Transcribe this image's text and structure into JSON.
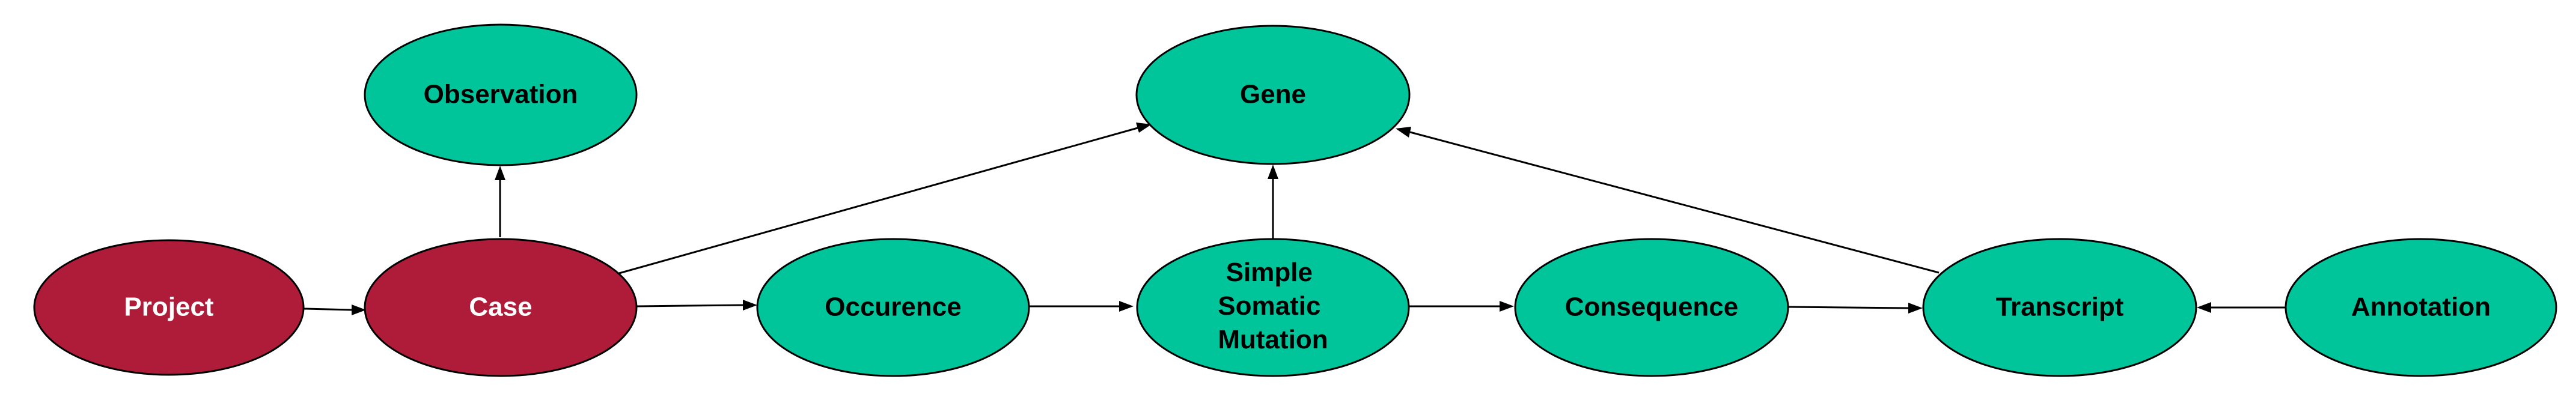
{
  "colors": {
    "highlight_fill": "#AE1C3A",
    "default_fill": "#00C49A",
    "highlight_text": "#ffffff",
    "default_text": "#000000",
    "stroke": "#000000"
  },
  "nodes": {
    "project": {
      "label": "Project",
      "style": "highlight"
    },
    "case": {
      "label": "Case",
      "style": "highlight"
    },
    "observation": {
      "label": "Observation",
      "style": "default"
    },
    "occurence": {
      "label": "Occurence",
      "style": "default"
    },
    "gene": {
      "label": "Gene",
      "style": "default"
    },
    "ssm": {
      "label_lines": [
        "Simple",
        "Somatic",
        "Mutation"
      ],
      "style": "default"
    },
    "consequence": {
      "label": "Consequence",
      "style": "default"
    },
    "transcript": {
      "label": "Transcript",
      "style": "default"
    },
    "annotation": {
      "label": "Annotation",
      "style": "default"
    }
  },
  "edges": [
    {
      "from": "project",
      "to": "case"
    },
    {
      "from": "case",
      "to": "observation"
    },
    {
      "from": "case",
      "to": "occurence"
    },
    {
      "from": "case",
      "to": "gene"
    },
    {
      "from": "occurence",
      "to": "ssm"
    },
    {
      "from": "ssm",
      "to": "gene"
    },
    {
      "from": "ssm",
      "to": "consequence"
    },
    {
      "from": "consequence",
      "to": "transcript"
    },
    {
      "from": "transcript",
      "to": "gene"
    },
    {
      "from": "annotation",
      "to": "transcript"
    }
  ]
}
